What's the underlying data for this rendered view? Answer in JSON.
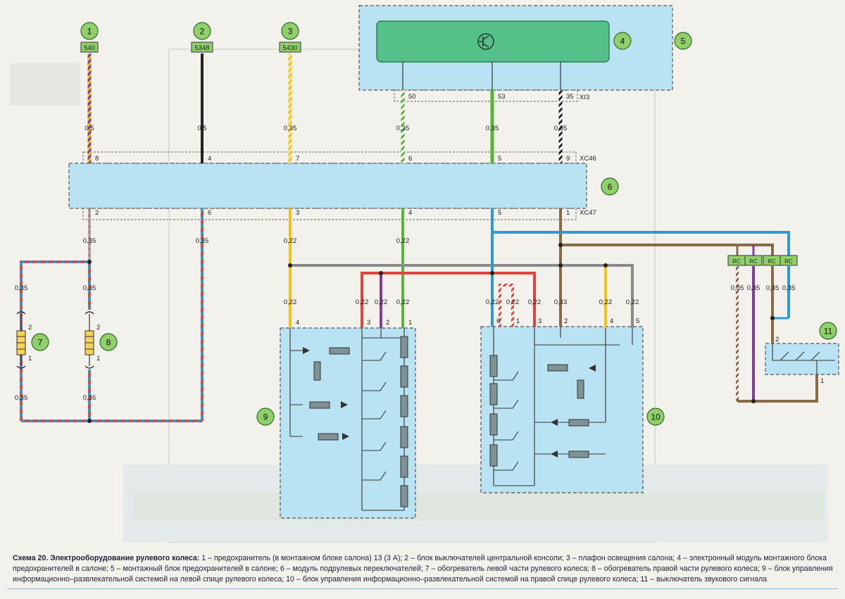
{
  "callouts": [
    "1",
    "2",
    "3",
    "4",
    "5",
    "6",
    "7",
    "8",
    "9",
    "10",
    "11"
  ],
  "wire_codes": [
    "540",
    "5348",
    "5430"
  ],
  "connector_names": {
    "xi3": "XI3",
    "xc46": "XC46",
    "xc47": "XC47"
  },
  "top_pins": [
    "50",
    "53",
    "35"
  ],
  "xc46_pins": [
    "8",
    "4",
    "7",
    "6",
    "5",
    "9"
  ],
  "xc47_pins": [
    "2",
    "6",
    "3",
    "4",
    "5",
    "1"
  ],
  "gauges": {
    "g_1a": "0,5",
    "g_2a": "0,5",
    "g_3a": "0,35",
    "g_4a": "0,35",
    "g_5a": "0,35",
    "g_6a": "0,35",
    "g_1b": "0,35",
    "g_2b": "0,35",
    "g_3b": "0,22",
    "g_4b": "0,22",
    "g_h7t": "0,35",
    "g_h8t": "0,35",
    "g_h7b": "0,35",
    "g_h8b": "0,35",
    "g_91": "0,22",
    "g_92": "0,22",
    "g_93": "0,22",
    "g_94": "0,22",
    "g_101": "0,22",
    "g_102": "0,22",
    "g_103": "0,22",
    "g_104": "0,33",
    "g_105": "0,22",
    "g_106": "0,22",
    "g_r1": "0,35",
    "g_r2": "0,35",
    "g_r3": "0,35",
    "g_r4": "0,35"
  },
  "heater_pins": {
    "top": "2",
    "bottom": "1"
  },
  "block9_pins": [
    "4",
    "3",
    "2",
    "1"
  ],
  "block10_pins": [
    "6",
    "1",
    "3",
    "2",
    "4",
    "5"
  ],
  "rc_labels": [
    "RC",
    "RC",
    "RC",
    "RC"
  ],
  "switch11_pins": {
    "a": "2",
    "b": "1"
  },
  "caption": {
    "title": "Схема 20. Электрооборудование рулевого колеса:",
    "text": " 1 – предохранитель (в монтажном блоке салона) 13 (3 А); 2 – блок выключателей центральной консоли; 3 – плафон освещения салона; 4 – электронный модуль монтажного блока предохранителей в салоне; 5 – монтажный блок предохранителей в салоне; 6 – модуль подрулевых переключателей; 7 – обогреватель левой части рулевого колеса; 8 – обогреватель правой части рулевого колеса; 9 – блок управления информационно–развлекательной системой на левой спице рулевого колеса; 10 – блок управления информационно–развлекательной системой на правой спице рулевого колеса; 11 – выключатель звукового сигнала"
  },
  "colors": {
    "block_fill": "#b9e3f2",
    "module_green": "#56c08a",
    "wire_red": "#e0443a",
    "wire_blue": "#2d9ad6",
    "wire_green": "#55b43a",
    "wire_grey": "#8a8a8a",
    "wire_brown": "#8a6a45",
    "wire_yellow": "#f2c21b",
    "wire_violet": "#7d3f98",
    "callout_fill": "#8fd06a"
  }
}
